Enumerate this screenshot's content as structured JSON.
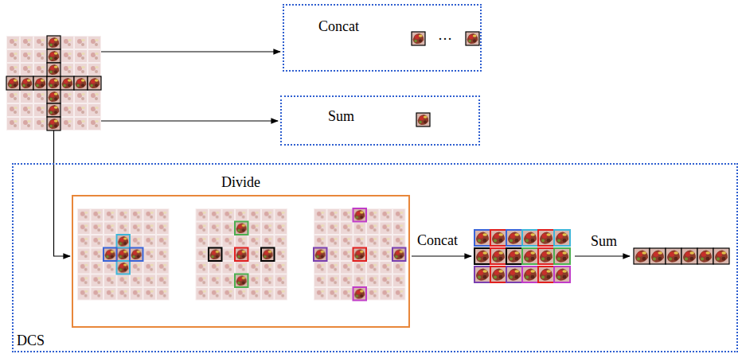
{
  "diagram": {
    "nodes": [
      {
        "text": [
          "Concat",
          "…"
        ]
      },
      {
        "text": [
          "Sum"
        ]
      },
      {
        "text": [
          "DCS"
        ]
      },
      {
        "text": [
          "Divide"
        ],
        "in": 2
      }
    ],
    "labels": [
      "Concat",
      "Sum"
    ]
  }
}
